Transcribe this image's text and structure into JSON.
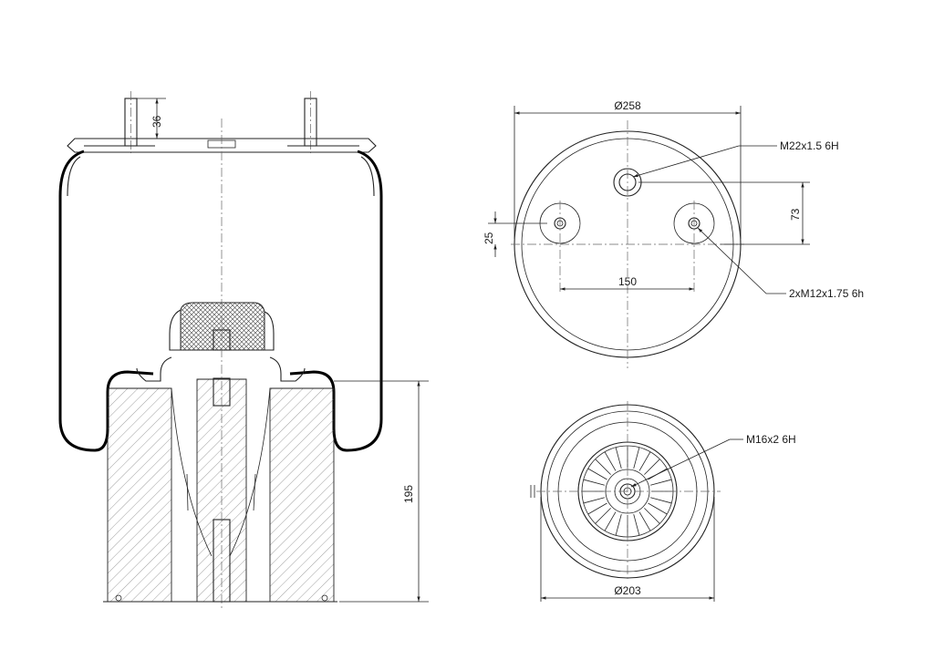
{
  "drawing": {
    "dimensions": {
      "stud_length": "36",
      "top_plate_diameter": "Ø258",
      "top_center_thread": "M22x1.5 6H",
      "offset_vertical_73": "73",
      "offset_vertical_25": "25",
      "stud_spacing": "150",
      "stud_threads": "2xM12x1.75 6h",
      "piston_height": "195",
      "piston_thread": "M16x2 6H",
      "piston_diameter": "Ø203"
    }
  }
}
